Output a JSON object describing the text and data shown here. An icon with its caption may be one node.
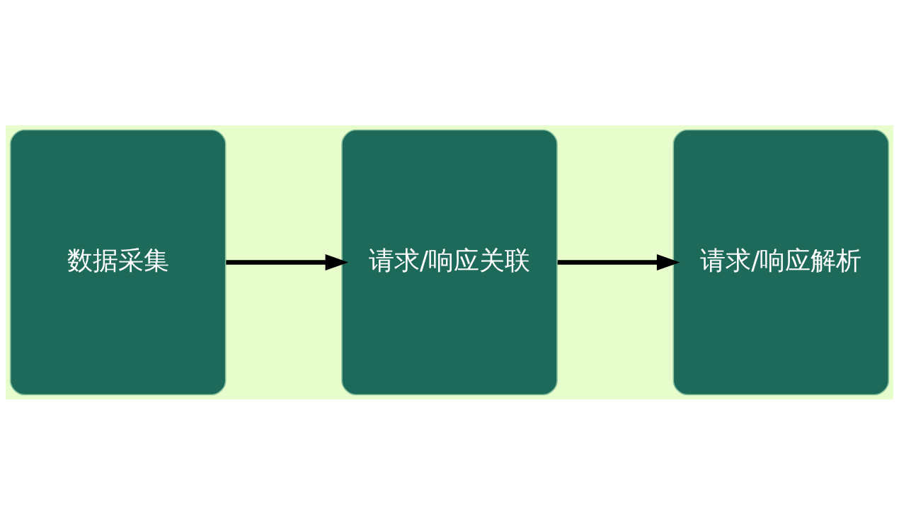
{
  "diagram": {
    "nodes": [
      {
        "text": [
          "数据采集"
        ]
      },
      {
        "text": [
          "请求/响应关联"
        ]
      },
      {
        "text": [
          "请求/响应解析"
        ]
      }
    ],
    "edges": [
      {
        "from": 0,
        "to": 1,
        "arrow": "to"
      },
      {
        "from": 1,
        "to": 2,
        "arrow": "to"
      }
    ]
  }
}
